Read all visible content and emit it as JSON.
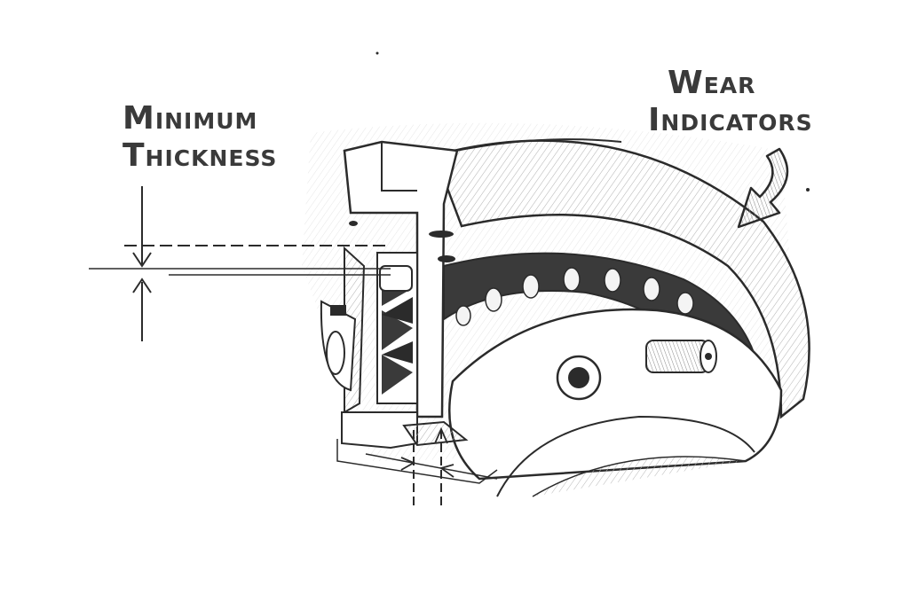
{
  "labels": {
    "minimum_thickness": [
      "Minimum",
      "Thickness"
    ],
    "wear_indicators": [
      "Wear",
      "Indicators"
    ]
  },
  "colors": {
    "ink": "#2b2b2b",
    "hatch": "#9a9a9a",
    "paper": "#ffffff"
  }
}
